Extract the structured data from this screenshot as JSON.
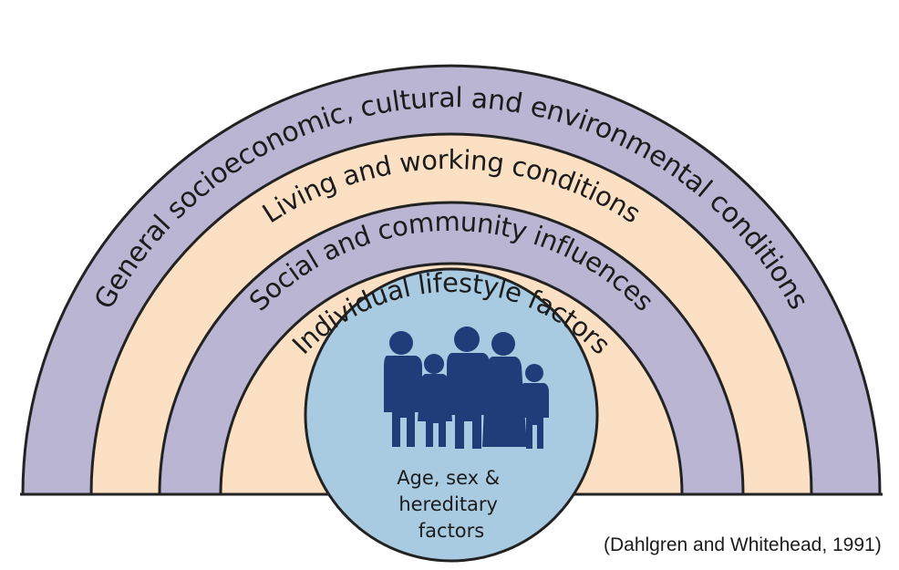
{
  "diagram": {
    "layers": [
      {
        "label": "General socioeconomic, cultural and environmental conditions",
        "color": "#b9b5d3"
      },
      {
        "label": "Living and working conditions",
        "color": "#fbe0c4"
      },
      {
        "label": "Social and community influences",
        "color": "#b9b5d3"
      },
      {
        "label": "Individual lifestyle factors",
        "color": "#fbe0c4"
      }
    ],
    "core": {
      "line1": "Age, sex &",
      "line2": "hereditary",
      "line3": "factors",
      "color": "#a8cbe2",
      "figure_color": "#1f3d78"
    },
    "figures_icon": "family-silhouette-icon",
    "outline_color": "#222222"
  },
  "citation": "(Dahlgren and Whitehead, 1991)"
}
